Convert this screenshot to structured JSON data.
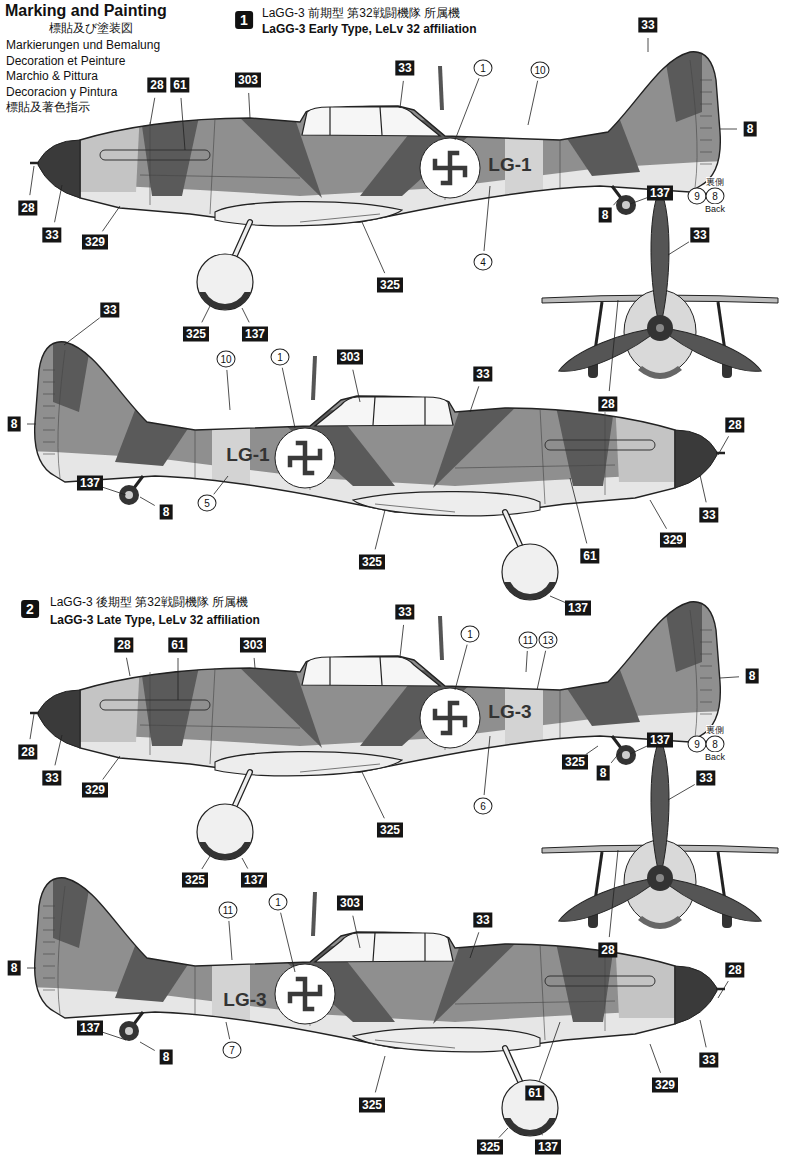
{
  "diagram": {
    "title": "Marking and Painting",
    "labels": [
      "標貼及び塗装図",
      "Markierungen und Bemalung",
      "Decoration et Peinture",
      "Marchio & Pittura",
      "Decoracion y Pintura",
      "標貼及著色指示",
      "1",
      "LaGG-3 前期型 第32戦闘機隊 所属機",
      "LaGG-3 Early Type, LeLv 32 affiliation",
      "33",
      "33",
      "1",
      "10",
      "303",
      "28",
      "61",
      "8",
      "LG-1",
      "4",
      "137",
      "8",
      "9",
      "裏側",
      "8",
      "Back",
      "33",
      "28",
      "33",
      "329",
      "325",
      "325",
      "137",
      "28",
      "33",
      "10",
      "1",
      "303",
      "33",
      "8",
      "LG-1",
      "28",
      "137",
      "8",
      "5",
      "33",
      "329",
      "61",
      "325",
      "137",
      "2",
      "LaGG-3 後期型 第32戦闘機隊 所属機",
      "LaGG-3 Late Type, LeLv 32 affiliation",
      "33",
      "1",
      "11",
      "13",
      "28",
      "61",
      "303",
      "8",
      "LG-3",
      "137",
      "9",
      "裏側",
      "8",
      "Back",
      "33",
      "28",
      "33",
      "329",
      "325",
      "8",
      "6",
      "325",
      "325",
      "137",
      "28",
      "11",
      "1",
      "303",
      "33",
      "8",
      "LG-3",
      "28",
      "137",
      "8",
      "7",
      "33",
      "329",
      "61",
      "325",
      "325",
      "137"
    ]
  }
}
